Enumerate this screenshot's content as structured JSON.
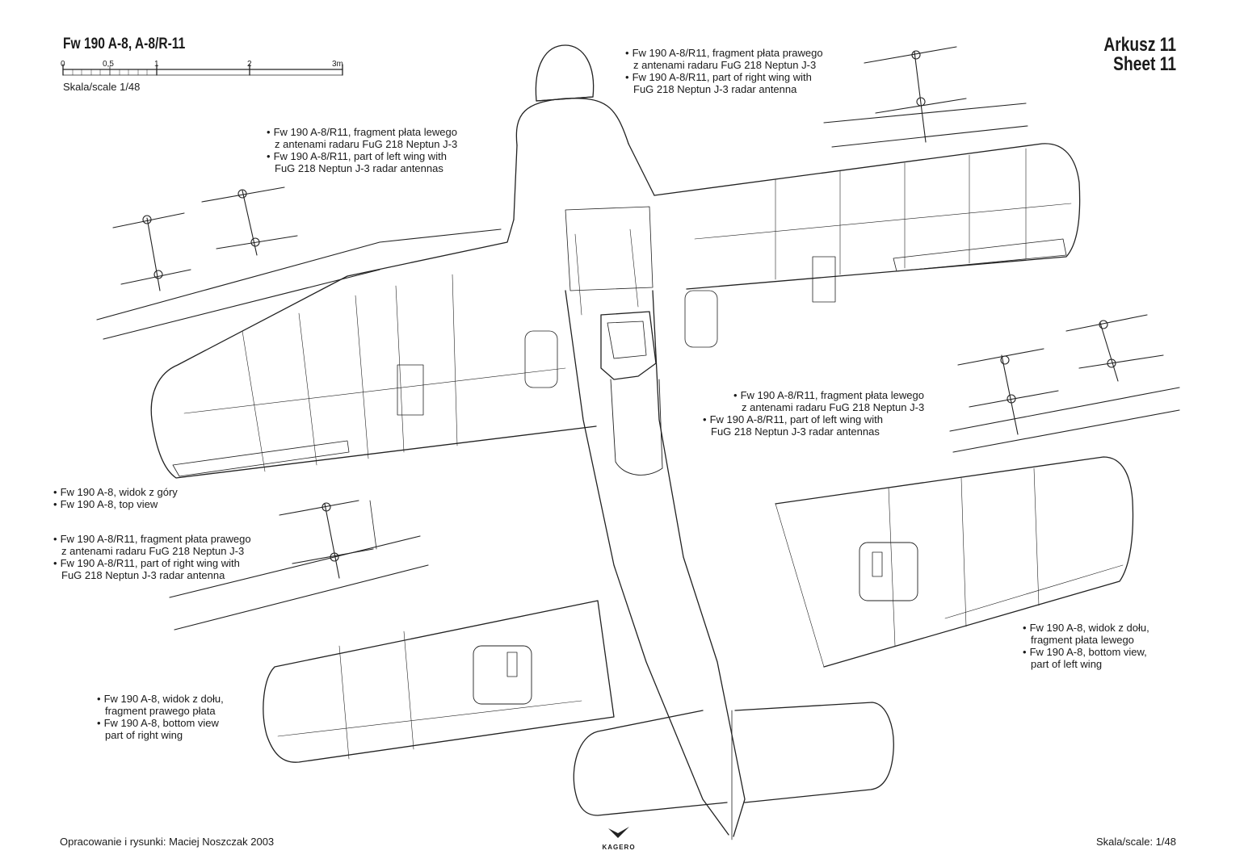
{
  "header": {
    "title": "Fw 190 A-8, A-8/R-11",
    "sheet_pl": "Arkusz 11",
    "sheet_en": "Sheet 11",
    "scale_label": "Skala/scale 1/48",
    "scale_ticks": [
      "0",
      "0,5",
      "1",
      "2",
      "3m"
    ]
  },
  "notes": {
    "left_wing_radar": {
      "pl_1": "Fw 190 A-8/R11, fragment płata lewego",
      "pl_2": "z antenami radaru FuG 218 Neptun J-3",
      "en_1": "Fw 190 A-8/R11, part of left wing with",
      "en_2": "FuG 218 Neptun J-3 radar antennas"
    },
    "right_wing_radar_top": {
      "pl_1": "Fw 190 A-8/R11, fragment płata prawego",
      "pl_2": "z antenami radaru FuG 218 Neptun J-3",
      "en_1": "Fw 190 A-8/R11, part of right wing with",
      "en_2": "FuG 218 Neptun J-3 radar antenna"
    },
    "left_wing_radar_mid": {
      "pl_1": "Fw 190 A-8/R11, fragment płata lewego",
      "pl_2": "z antenami radaru FuG 218 Neptun J-3",
      "en_1": "Fw 190 A-8/R11, part of left wing with",
      "en_2": "FuG 218 Neptun J-3 radar antennas"
    },
    "top_view": {
      "pl": "Fw 190 A-8, widok z góry",
      "en": "Fw 190 A-8, top view"
    },
    "right_wing_radar_bottom": {
      "pl_1": "Fw 190 A-8/R11, fragment płata prawego",
      "pl_2": "z antenami radaru FuG 218 Neptun J-3",
      "en_1": "Fw 190 A-8/R11, part of right wing with",
      "en_2": "FuG 218 Neptun J-3 radar antenna"
    },
    "bottom_left_wing": {
      "pl_1": "Fw 190 A-8, widok z dołu,",
      "pl_2": "fragment płata lewego",
      "en_1": "Fw 190 A-8, bottom view,",
      "en_2": "part of left wing"
    },
    "bottom_right_wing": {
      "pl_1": "Fw 190 A-8, widok z dołu,",
      "pl_2": "fragment prawego płata",
      "en_1": "Fw 190 A-8, bottom view",
      "en_2": "part of right wing"
    }
  },
  "footer": {
    "credits": "Opracowanie i rysunki: Maciej Noszczak 2003",
    "publisher": "KAGERO",
    "scale": "Skala/scale: 1/48"
  }
}
